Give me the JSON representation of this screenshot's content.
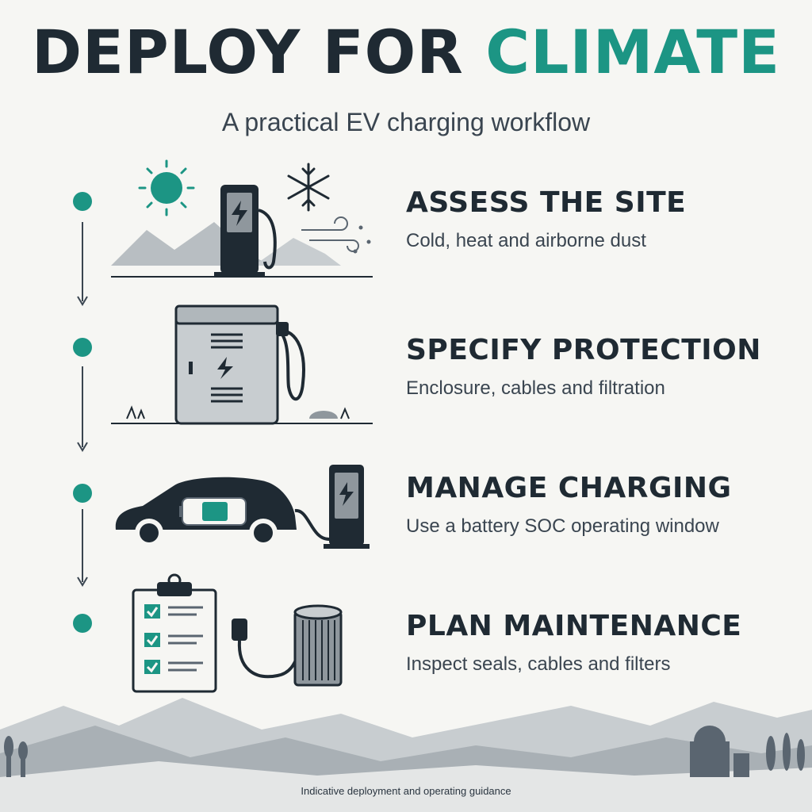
{
  "header": {
    "title_main": "DEPLOY FOR",
    "title_accent": "CLIMATE",
    "subtitle": "A practical EV charging workflow"
  },
  "colors": {
    "accent": "#1c9584",
    "dark": "#1f2a33",
    "grey": "#8f979d",
    "background": "#f6f6f3"
  },
  "steps": [
    {
      "title": "ASSESS THE SITE",
      "description": "Cold, heat and airborne dust",
      "icons": [
        "sun-icon",
        "snowflake-icon",
        "wind-icon",
        "charger-icon",
        "mountains-icon"
      ]
    },
    {
      "title": "SPECIFY PROTECTION",
      "description": "Enclosure, cables and filtration",
      "icons": [
        "enclosure-cabinet-icon",
        "cable-icon"
      ]
    },
    {
      "title": "MANAGE CHARGING",
      "description": "Use a battery SOC operating window",
      "icons": [
        "car-icon",
        "battery-icon",
        "charger-icon"
      ]
    },
    {
      "title": "PLAN MAINTENANCE",
      "description": "Inspect seals, cables and filters",
      "icons": [
        "checklist-icon",
        "plug-icon",
        "filter-icon"
      ]
    }
  ],
  "footer": {
    "note": "Indicative deployment and operating guidance"
  }
}
